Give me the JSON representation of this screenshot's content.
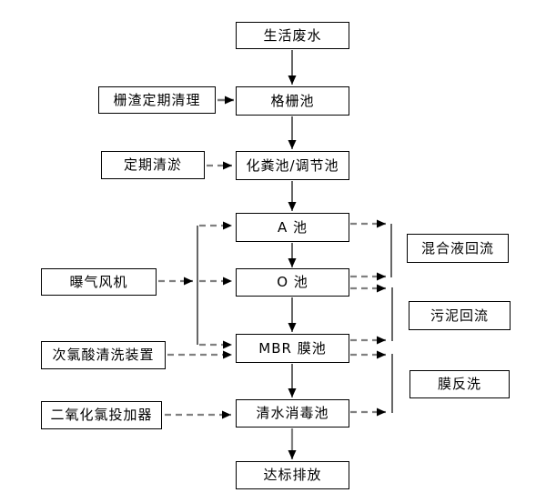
{
  "diagram_type": "flowchart",
  "language": "zh-CN",
  "nodes": {
    "domestic_wastewater": {
      "label": "生活废水"
    },
    "grid_pool": {
      "label": "格栅池"
    },
    "septic_regulating_pool": {
      "label": "化粪池/调节池"
    },
    "a_pool": {
      "label": "A 池"
    },
    "o_pool": {
      "label": "O 池"
    },
    "mbr_membrane_pool": {
      "label": "MBR 膜池"
    },
    "clear_water_disinfection_pool": {
      "label": "清水消毒池"
    },
    "standard_discharge": {
      "label": "达标排放"
    },
    "grid_residue_periodic_cleaning": {
      "label": "栅渣定期清理"
    },
    "periodic_dredging": {
      "label": "定期清淤"
    },
    "aeration_fan": {
      "label": "曝气风机"
    },
    "hypochlorous_acid_cleaning_device": {
      "label": "次氯酸清洗装置"
    },
    "chlorine_dioxide_doser": {
      "label": "二氧化氯投加器"
    },
    "mixed_liquor_return": {
      "label": "混合液回流"
    },
    "sludge_return": {
      "label": "污泥回流"
    },
    "membrane_backwash": {
      "label": "膜反洗"
    }
  },
  "edges": [
    {
      "from": "domestic_wastewater",
      "to": "grid_pool",
      "style": "solid"
    },
    {
      "from": "grid_pool",
      "to": "septic_regulating_pool",
      "style": "solid"
    },
    {
      "from": "septic_regulating_pool",
      "to": "a_pool",
      "style": "solid"
    },
    {
      "from": "a_pool",
      "to": "o_pool",
      "style": "solid"
    },
    {
      "from": "o_pool",
      "to": "mbr_membrane_pool",
      "style": "solid"
    },
    {
      "from": "mbr_membrane_pool",
      "to": "clear_water_disinfection_pool",
      "style": "solid"
    },
    {
      "from": "clear_water_disinfection_pool",
      "to": "standard_discharge",
      "style": "solid"
    },
    {
      "from": "grid_residue_periodic_cleaning",
      "to": "grid_pool",
      "style": "solid"
    },
    {
      "from": "periodic_dredging",
      "to": "septic_regulating_pool",
      "style": "dashed"
    },
    {
      "from": "aeration_fan",
      "to": "a_pool",
      "style": "dashed"
    },
    {
      "from": "aeration_fan",
      "to": "o_pool",
      "style": "dashed"
    },
    {
      "from": "aeration_fan",
      "to": "mbr_membrane_pool",
      "style": "dashed"
    },
    {
      "from": "hypochlorous_acid_cleaning_device",
      "to": "mbr_membrane_pool",
      "style": "dashed"
    },
    {
      "from": "chlorine_dioxide_doser",
      "to": "clear_water_disinfection_pool",
      "style": "dashed"
    },
    {
      "from": "a_pool",
      "to": "mixed_liquor_return",
      "style": "dashed"
    },
    {
      "from": "o_pool",
      "to": "mixed_liquor_return",
      "style": "dashed"
    },
    {
      "from": "o_pool",
      "to": "sludge_return",
      "style": "dashed"
    },
    {
      "from": "mbr_membrane_pool",
      "to": "sludge_return",
      "style": "dashed"
    },
    {
      "from": "mbr_membrane_pool",
      "to": "membrane_backwash",
      "style": "dashed"
    },
    {
      "from": "clear_water_disinfection_pool",
      "to": "membrane_backwash",
      "style": "dashed"
    }
  ],
  "colors": {
    "background": "#ffffff",
    "box_fill": "#ffffff",
    "box_border": "#000000",
    "text": "#000000",
    "solid_connector": "#000000",
    "dashed_connector": "#808080",
    "arrowhead": "#000000"
  }
}
